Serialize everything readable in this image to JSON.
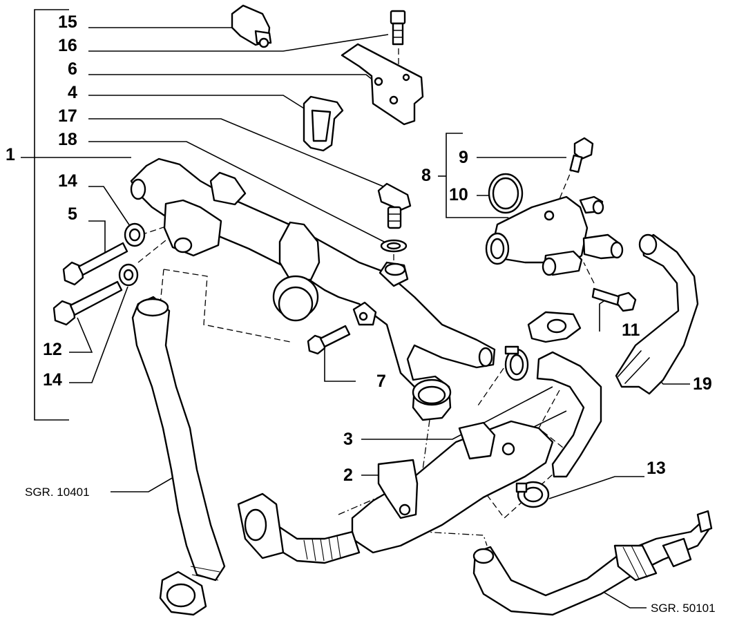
{
  "callouts": {
    "c1": "1",
    "c2": "2",
    "c3": "3",
    "c4": "4",
    "c5": "5",
    "c6": "6",
    "c7": "7",
    "c8": "8",
    "c9": "9",
    "c10": "10",
    "c11": "11",
    "c12": "12",
    "c13": "13",
    "c14a": "14",
    "c14b": "14",
    "c15": "15",
    "c16": "16",
    "c17": "17",
    "c18": "18",
    "c19": "19"
  },
  "references": {
    "left": "SGR. 10401",
    "right": "SGR. 50101"
  }
}
